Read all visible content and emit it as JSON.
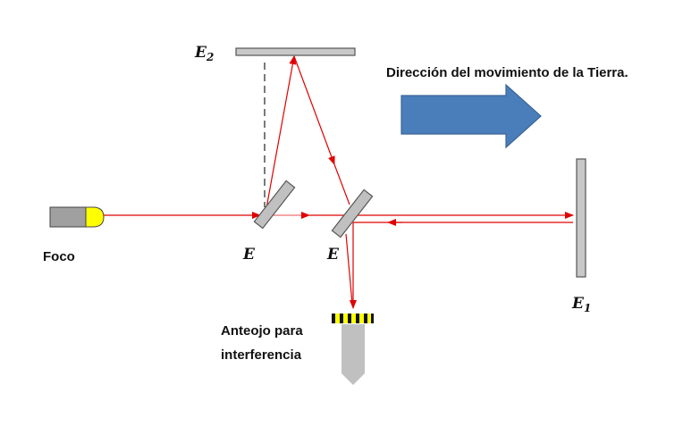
{
  "labels": {
    "mirror_top": "E",
    "mirror_top_sub": "2",
    "mirror_right": "E",
    "mirror_right_sub": "1",
    "splitter_1": "E",
    "splitter_2": "E",
    "source": "Foco",
    "direction": "Dirección del movimiento de la Tierra.",
    "eyepiece_line1": "Anteojo para",
    "eyepiece_line2": "interferencia"
  },
  "colors": {
    "beam": "#e00000",
    "arrow_fill": "#4a7ebb",
    "mirror": "#c0c0c0",
    "bulb": "#ffff00"
  }
}
